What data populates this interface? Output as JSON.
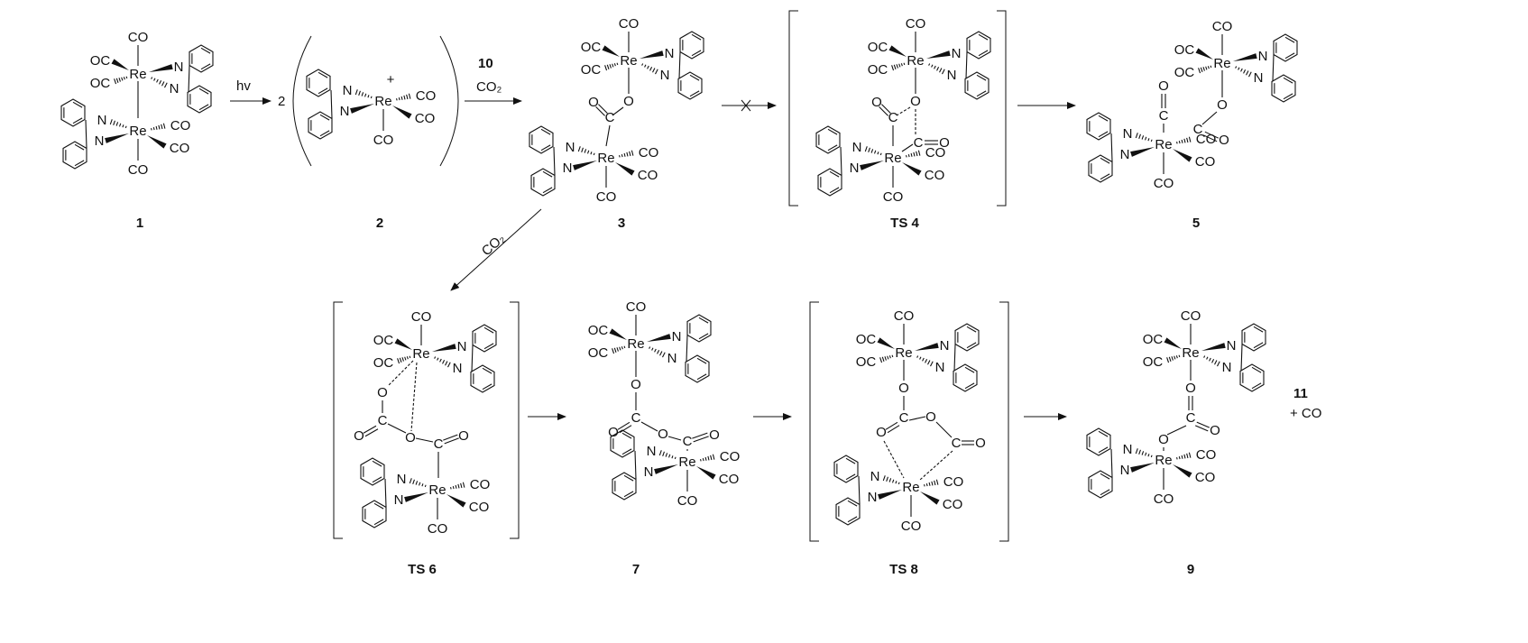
{
  "atoms": {
    "Re": "Re",
    "CO": "CO",
    "OC": "OC",
    "N": "N",
    "O": "O",
    "C": "C",
    "plus": "+"
  },
  "compounds": [
    "1",
    "2",
    "3",
    "TS 4",
    "5",
    "TS 6",
    "7",
    "TS 8",
    "9"
  ],
  "reagents": {
    "hv": "hv",
    "coefficient": "2",
    "compound_10": "10",
    "co2_a": "CO₂",
    "co2_b": "CO₂",
    "compound_11": "11",
    "plus_co": "+ CO"
  },
  "colors": {
    "ink": "#111111",
    "background": "#ffffff"
  }
}
